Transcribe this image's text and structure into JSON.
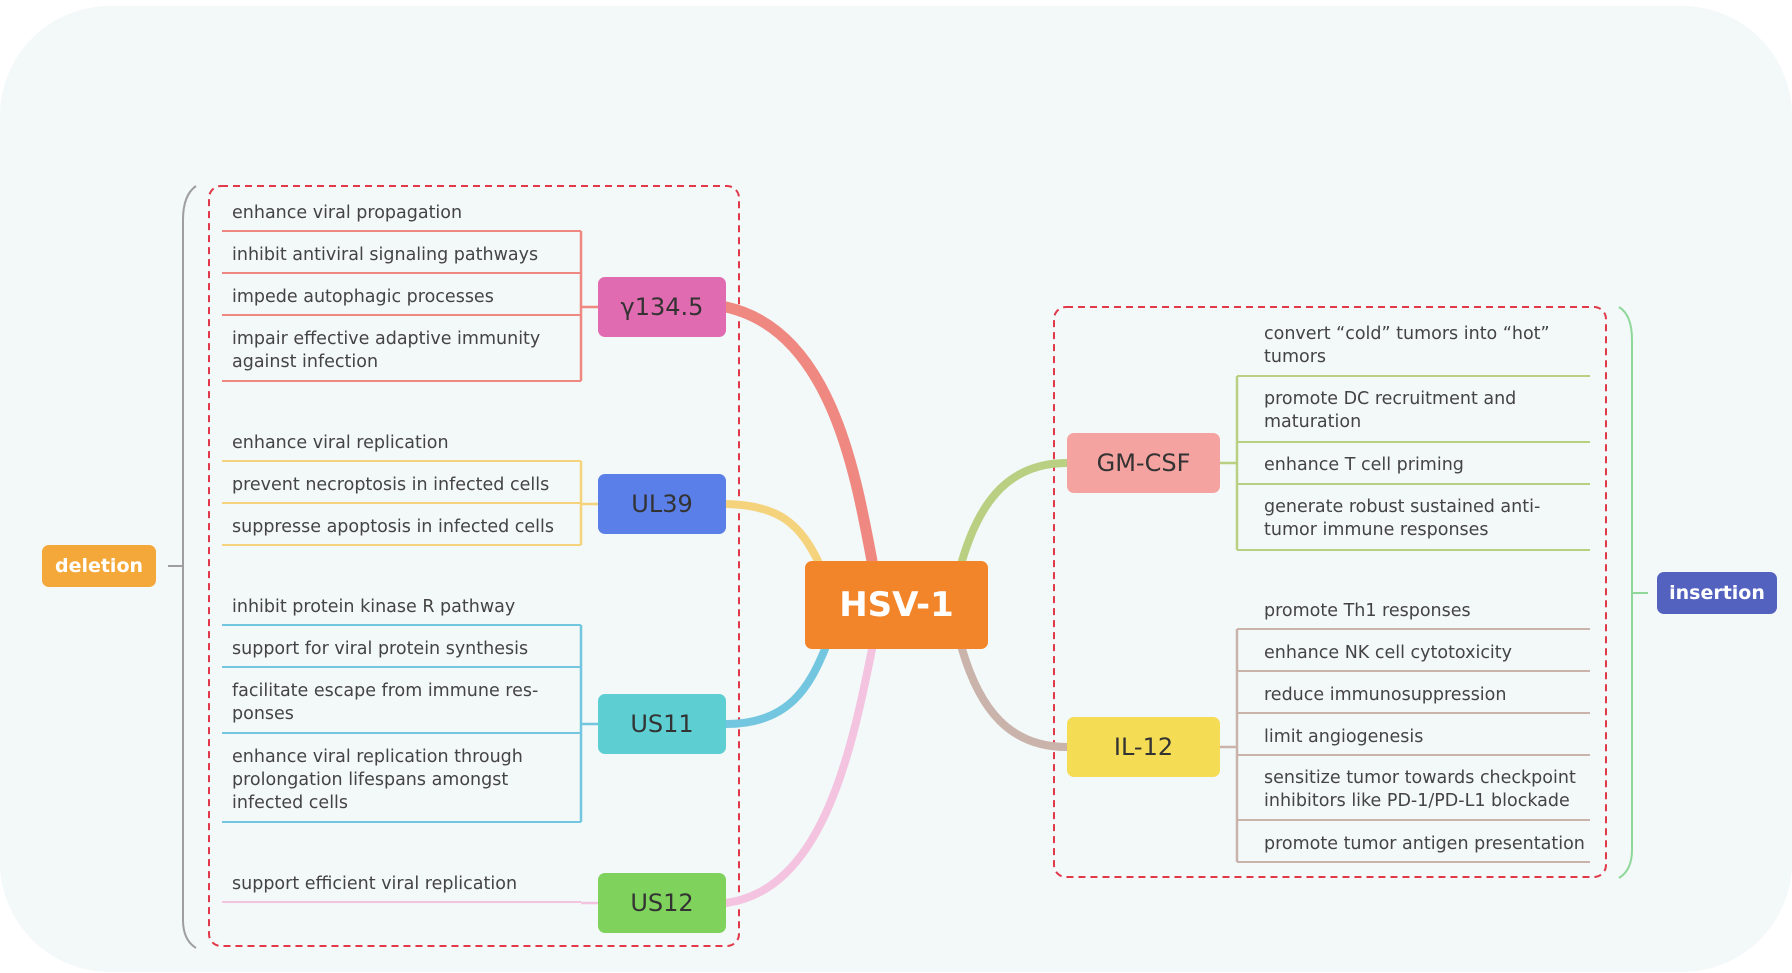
{
  "center": {
    "label": "HSV-1",
    "color": "#f28529"
  },
  "groups": {
    "deletion": {
      "label": "deletion",
      "color": "#f5a83a"
    },
    "insertion": {
      "label": "insertion",
      "color": "#5361bf"
    }
  },
  "genes": {
    "g34": {
      "label": "γ134.5",
      "color": "#e06bb0",
      "line_color": "#ef8880",
      "items": [
        "enhance viral propagation",
        "inhibit antiviral signaling pathways",
        "impede autophagic processes",
        [
          "impair effective adaptive immunity",
          "against infection"
        ]
      ]
    },
    "ul39": {
      "label": "UL39",
      "color": "#5b7fe8",
      "line_color": "#f5d37d",
      "items": [
        "enhance viral replication",
        "prevent necroptosis in infected cells",
        "suppresse apoptosis in infected cells"
      ]
    },
    "us11": {
      "label": "US11",
      "color": "#5dcfd3",
      "line_color": "#73c6e0",
      "items": [
        "inhibit protein kinase R pathway",
        "support for viral protein synthesis",
        [
          "facilitate escape from immune res-",
          "ponses"
        ],
        [
          "enhance viral replication through",
          "prolongation lifespans amongst",
          "infected cells"
        ]
      ]
    },
    "us12": {
      "label": "US12",
      "color": "#7fd35c",
      "line_color": "#f3c3e0",
      "items": [
        "support efficient viral replication"
      ]
    },
    "gmcsf": {
      "label": "GM-CSF",
      "color": "#f4a3a0",
      "line_color": "#b9d083",
      "items": [
        [
          "convert “cold” tumors  into “hot”",
          "tumors"
        ],
        [
          "promote DC recruitment and",
          "maturation"
        ],
        "enhance T cell priming",
        [
          "generate robust sustained anti-",
          "tumor immune responses"
        ]
      ]
    },
    "il12": {
      "label": "IL-12",
      "color": "#f4dc55",
      "line_color": "#c9b3ab",
      "items": [
        "promote Th1 responses",
        "enhance NK cell cytotoxicity",
        "reduce immunosuppression",
        "limit angiogenesis",
        [
          "sensitize tumor towards checkpoint",
          "inhibitors like PD-1/PD-L1 blockade"
        ],
        "promote tumor antigen presentation"
      ]
    }
  }
}
